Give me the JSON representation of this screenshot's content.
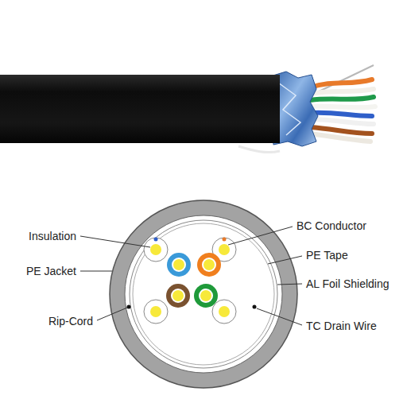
{
  "diagram": {
    "labels": [
      "Insulation",
      "BC Conductor",
      "PE Jacket",
      "PE Tape",
      "AL Foil Shielding",
      "Rip-Cord",
      "TC Drain Wire"
    ]
  }
}
